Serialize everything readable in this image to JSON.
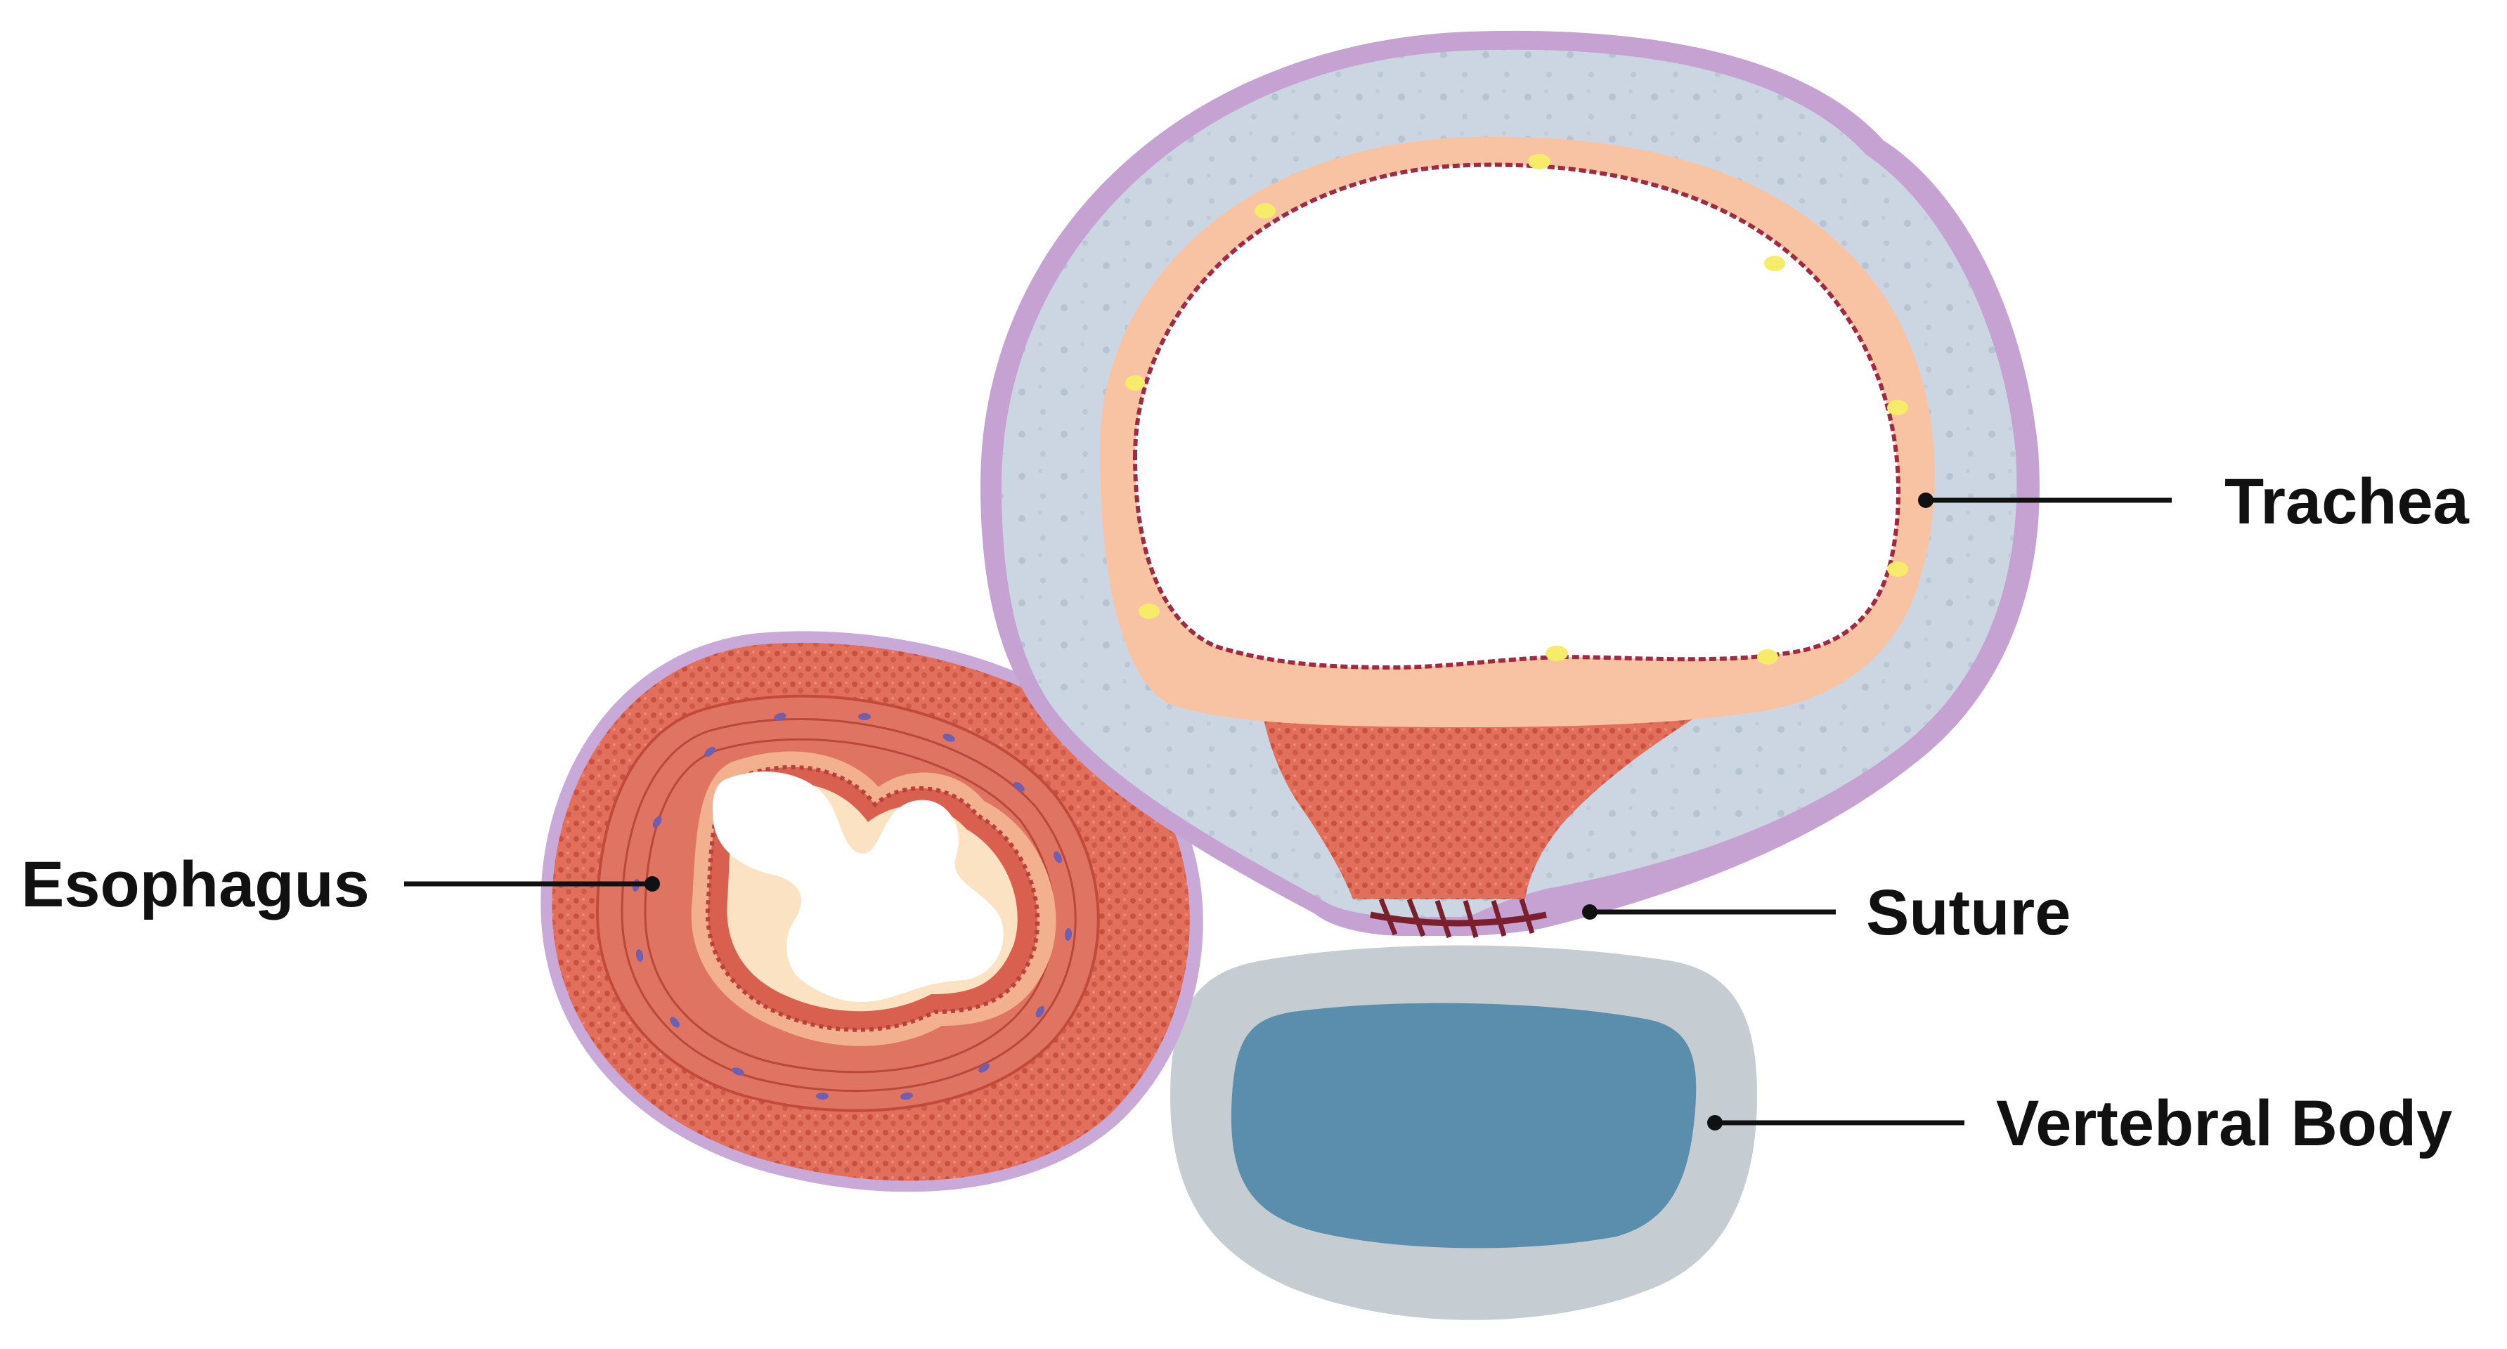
{
  "labels": {
    "trachea": "Trachea",
    "esophagus": "Esophagus",
    "suture": "Suture",
    "vertebral_body": "Vertebral Body"
  },
  "colors": {
    "trachea_outer_membrane": "#c6a2d3",
    "trachea_cartilage": "#ccd6e2",
    "trachea_mucosa": "#f8c3a2",
    "trachea_lining": "#9e2a44",
    "trachea_glands": "#f7eb6a",
    "muscle": "#e06d5a",
    "esophagus_submucosa": "#f3b08f",
    "esophagus_inner": "#fbe2c2",
    "suture": "#7a1f2e",
    "vertebra_outer": "#c5cdd3",
    "vertebra_inner": "#5b8ead",
    "label_text": "#111111"
  }
}
